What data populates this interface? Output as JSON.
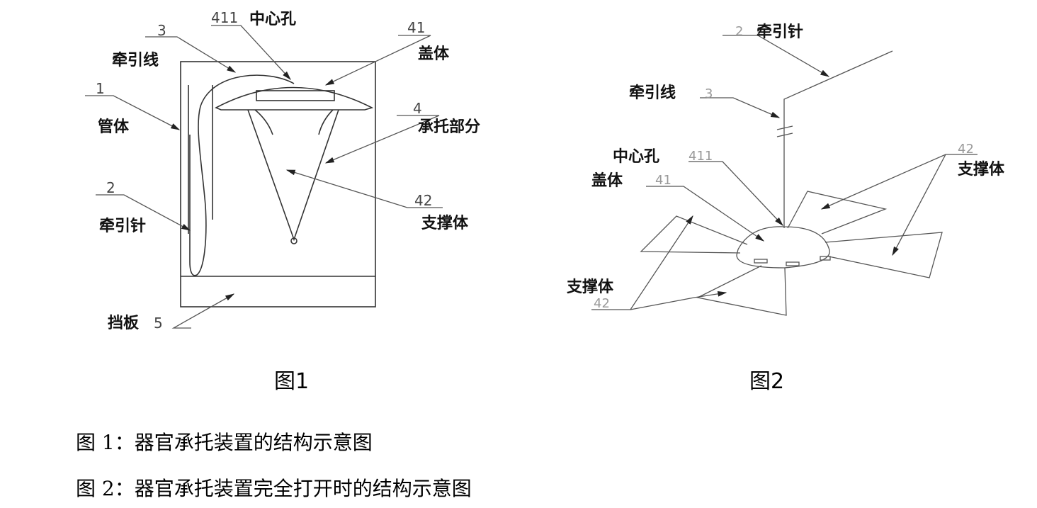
{
  "figure1": {
    "caption": "图1",
    "labels": {
      "center_hole_num": "411",
      "center_hole": "中心孔",
      "thread_num": "3",
      "thread": "牵引线",
      "cap_num": "41",
      "cap": "盖体",
      "tube_num": "1",
      "tube": "管体",
      "support_part_num": "4",
      "support_part": "承托部分",
      "needle_num": "2",
      "needle": "牵引针",
      "support_body_num": "42",
      "support_body": "支撑体",
      "baffle": "挡板",
      "baffle_num": "5"
    }
  },
  "figure2": {
    "caption": "图2",
    "labels": {
      "needle_num": "2",
      "needle": "牵引针",
      "thread": "牵引线",
      "thread_num": "3",
      "center_hole": "中心孔",
      "center_hole_num": "411",
      "cap": "盖体",
      "cap_num": "41",
      "support_body_right_num": "42",
      "support_body_right": "支撑体",
      "support_body_left": "支撑体",
      "support_body_left_num": "42"
    }
  },
  "descriptions": [
    "图 1：器官承托装置的结构示意图",
    "图 2：器官承托装置完全打开时的结构示意图"
  ]
}
